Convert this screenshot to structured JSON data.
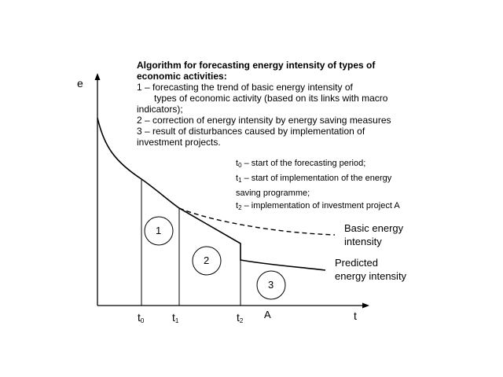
{
  "algorithm": {
    "title_line1": "Algorithm for forecasting energy intensity of types of",
    "title_line2": "economic activities:",
    "item1_line1": "1 – forecasting the trend of basic energy intensity of",
    "item1_line2": "types of economic activity (based on its links with macro",
    "item1_line3": "indicators);",
    "item2": "2 – correction of energy intensity by energy saving measures",
    "item3_line1": "3 – result of disturbances caused by implementation of",
    "item3_line2": "investment projects."
  },
  "legend": {
    "t0_sym": "t",
    "t0_sub": "0",
    "t0_text": " – start of the forecasting period;",
    "t1_sym": "t",
    "t1_sub": "1",
    "t1_text_a": " – start of implementation of the  energy",
    "t1_text_b": "saving programme;",
    "t2_sym": "t",
    "t2_sub": "2",
    "t2_text": " – implementation of investment project A"
  },
  "axes": {
    "y_label": "e",
    "x_label": "t",
    "tick_t0_sym": "t",
    "tick_t0_sub": "0",
    "tick_t1_sym": "t",
    "tick_t1_sub": "1",
    "tick_t2_sym": "t",
    "tick_t2_sub": "2",
    "tick_A": "A"
  },
  "curves": {
    "basic_line1": "Basic energy",
    "basic_line2": "intensity",
    "predicted_line1": "Predicted",
    "predicted_line2": "energy intensity"
  },
  "regions": {
    "r1": "1",
    "r2": "2",
    "r3": "3"
  }
}
